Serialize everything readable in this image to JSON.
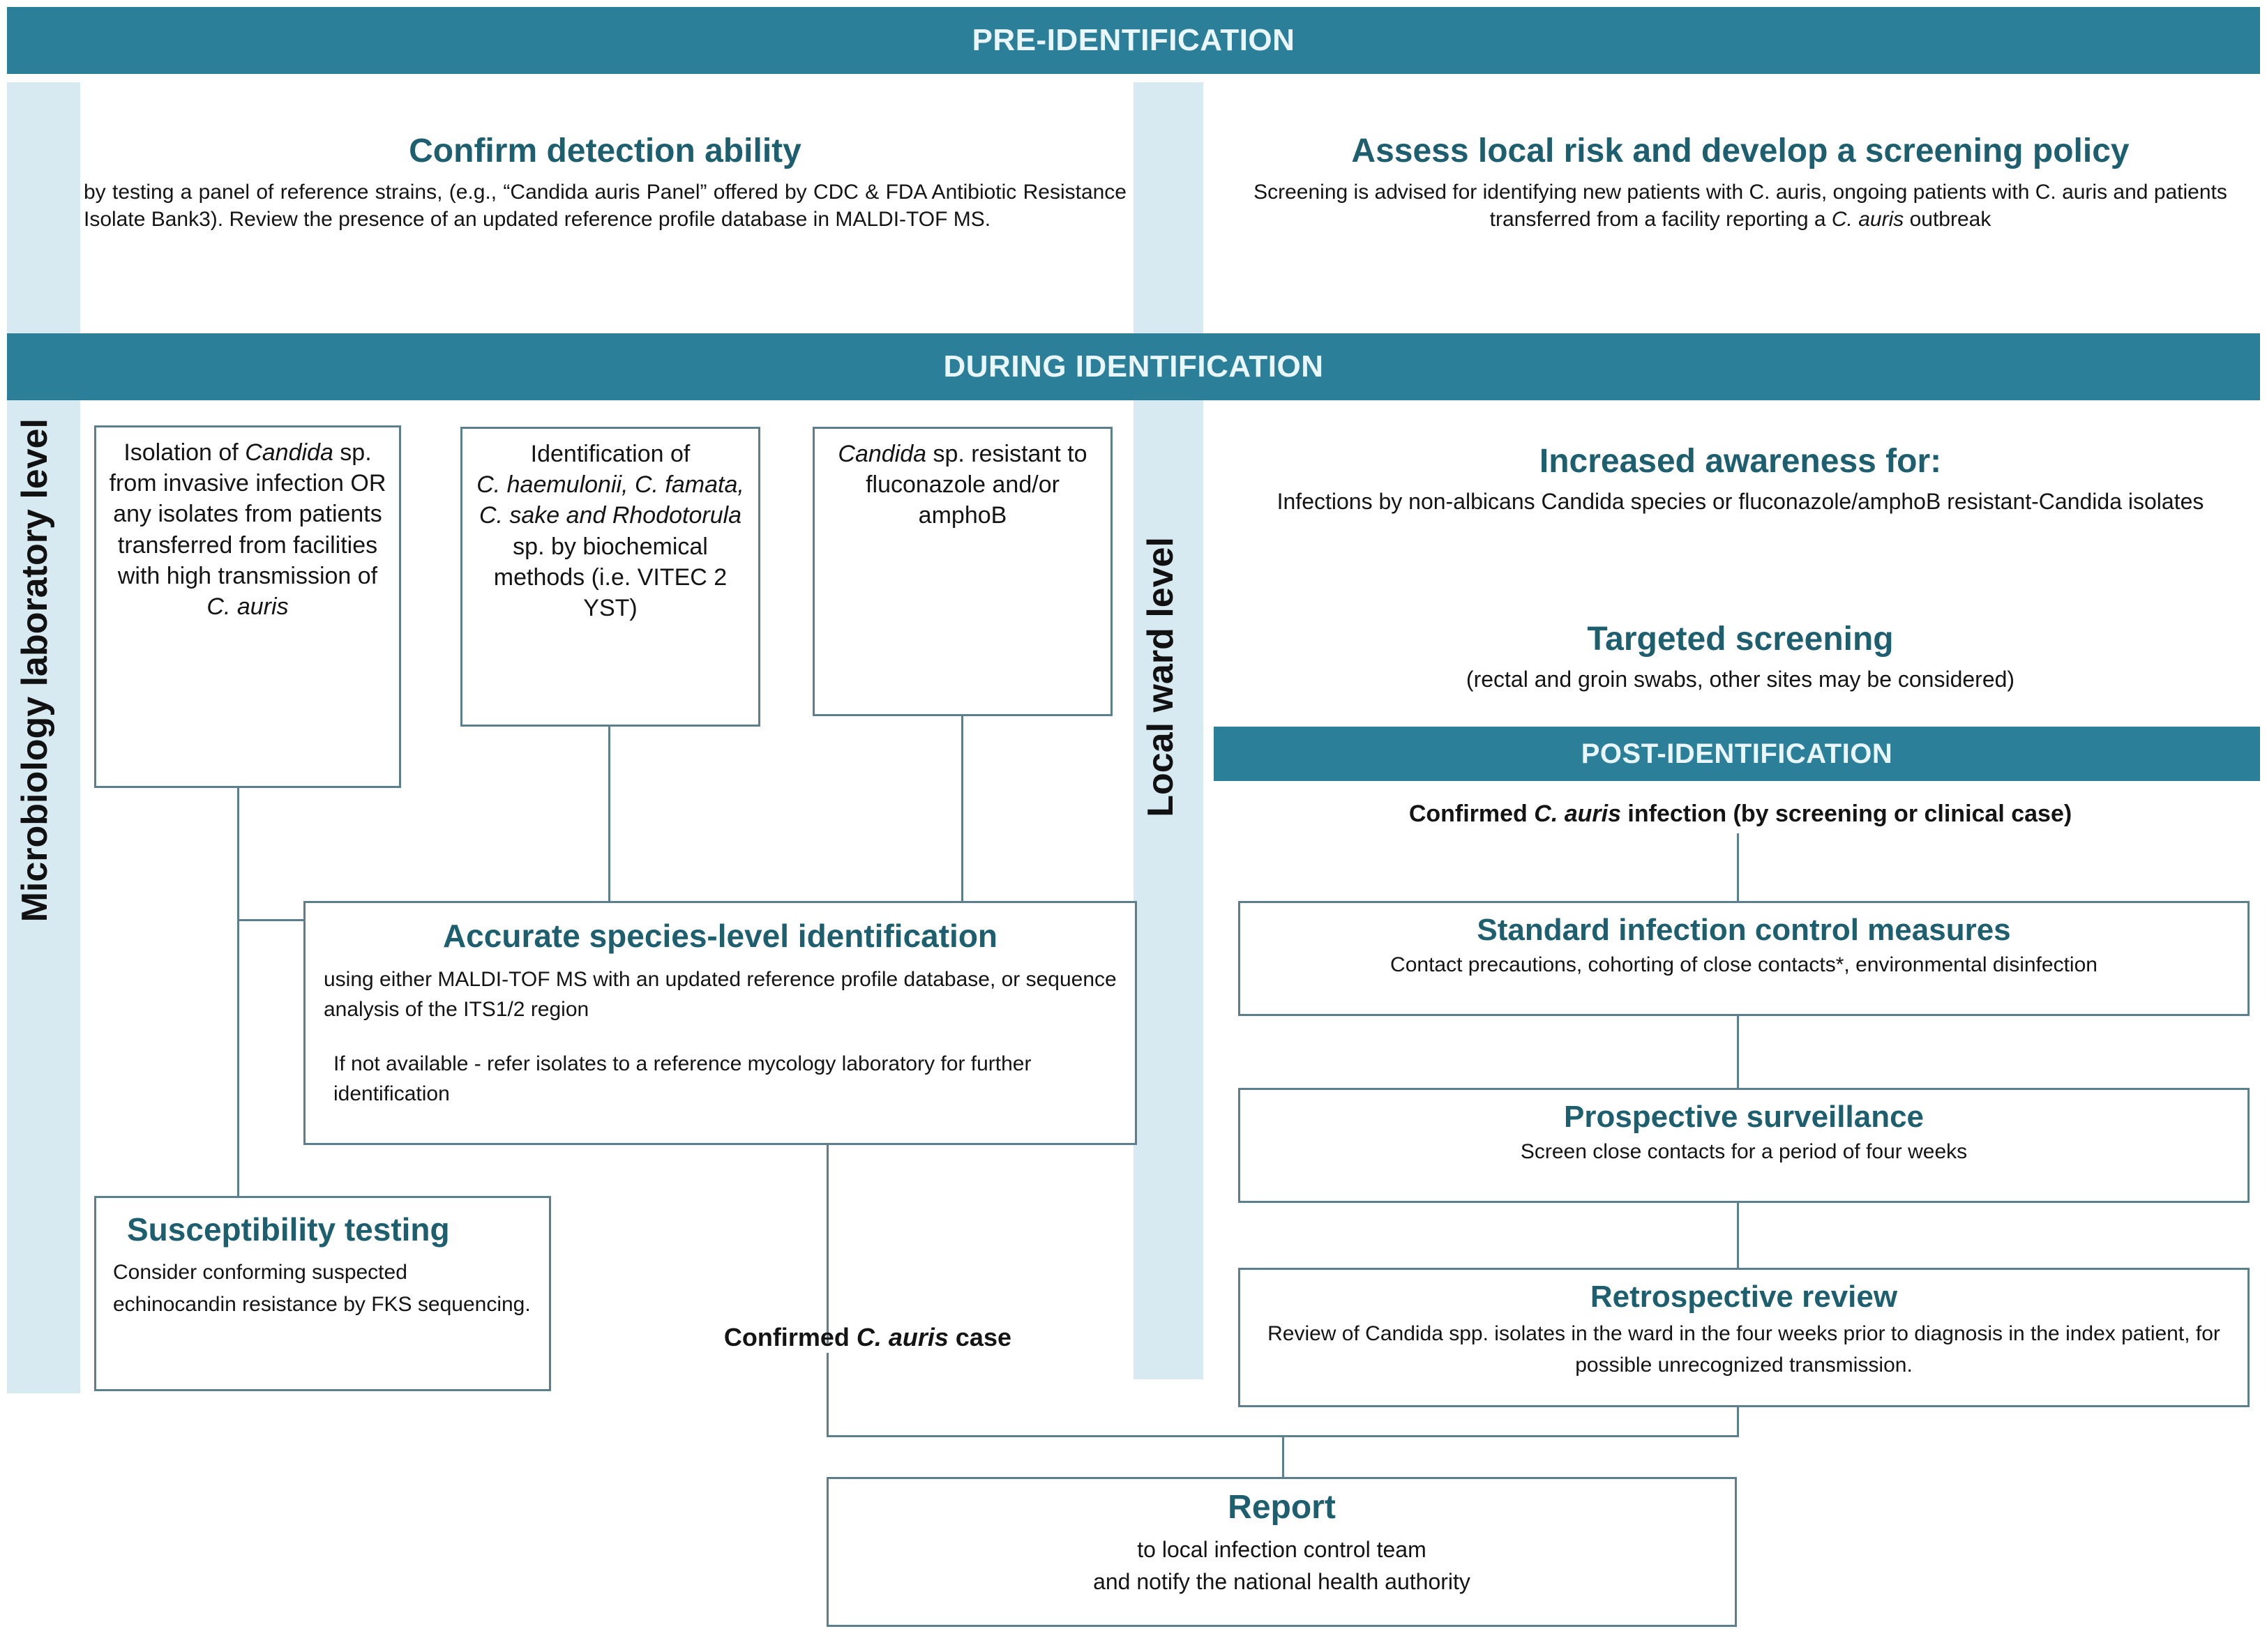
{
  "sections": {
    "pre": "PRE-IDENTIFICATION",
    "during": "DURING IDENTIFICATION",
    "post": "POST-IDENTIFICATION"
  },
  "lanes": {
    "microbiology": "Microbiology laboratory level",
    "ward": "Local ward level"
  },
  "pre": {
    "confirm": {
      "title": "Confirm detection ability",
      "body": "by testing a panel of reference strains, (e.g., “Candida auris Panel” offered by CDC & FDA Antibiotic Resistance Isolate Bank3). Review the presence of an updated reference profile database in MALDI-TOF MS."
    },
    "assess": {
      "title": "Assess local risk and develop a screening policy",
      "body_1": "Screening is advised for identifying new patients with C. auris, ongoing patients with C. auris and patients transferred from a facility reporting a ",
      "body_italic": "C. auris",
      "body_2": " outbreak"
    }
  },
  "during": {
    "lab_boxes": [
      {
        "id": "isolation",
        "line_1": "Isolation of ",
        "italic_1": "Candida",
        "line_2": " sp. from invasive infection OR",
        "line_3": "any isolates from patients transferred from facilities with high transmission of ",
        "italic_2": "C. auris"
      },
      {
        "id": "identification",
        "line_1": "Identification of",
        "italic_1": "C. haemulonii, C. famata, C. sake and Rhodotorula",
        "line_2": " sp. by biochemical methods (i.e. VITEC 2 YST)"
      },
      {
        "id": "resistant",
        "italic_1": "Candida",
        "line_1": " sp. resistant to fluconazole and/or amphoB"
      }
    ],
    "ward": {
      "awareness_title": "Increased awareness for:",
      "awareness_body": "Infections by non-albicans Candida species or  fluconazole/amphoB resistant-Candida isolates",
      "screening_title": "Targeted screening",
      "screening_body": "(rectal and groin swabs, other sites may be considered)"
    },
    "accurate": {
      "title": "Accurate species-level identification",
      "body_1": "using either MALDI-TOF MS with an updated reference profile database, or sequence analysis of the ITS1/2 region",
      "body_2": "If not available - refer isolates to a reference mycology laboratory for further identification"
    },
    "susceptibility": {
      "title": "Susceptibility testing",
      "body": "Consider conforming suspected echinocandin resistance by FKS sequencing."
    },
    "confirmed_case": {
      "prefix": "Confirmed ",
      "italic": "C. auris",
      "suffix": " case"
    }
  },
  "post": {
    "confirmed_infection": {
      "prefix": "Confirmed ",
      "italic": "C. auris",
      "suffix": " infection (by screening or clinical case)"
    },
    "boxes": [
      {
        "title": "Standard infection control measures",
        "body": "Contact precautions, cohorting of close contacts*, environmental disinfection"
      },
      {
        "title": "Prospective surveillance",
        "body": "Screen close contacts for a period of four weeks"
      },
      {
        "title": "Retrospective review",
        "body": "Review of Candida spp. isolates in the ward in the four weeks prior to diagnosis in the index  patient, for possible unrecognized transmission."
      }
    ]
  },
  "report": {
    "title": "Report",
    "body_1": "to local infection control team",
    "body_2": "and notify the national health authority"
  },
  "colors": {
    "header_teal": "#2c7f99",
    "lane_band": "#d8eaf1",
    "box_border": "#5b7f8d",
    "title_teal": "#1d5f6e"
  }
}
